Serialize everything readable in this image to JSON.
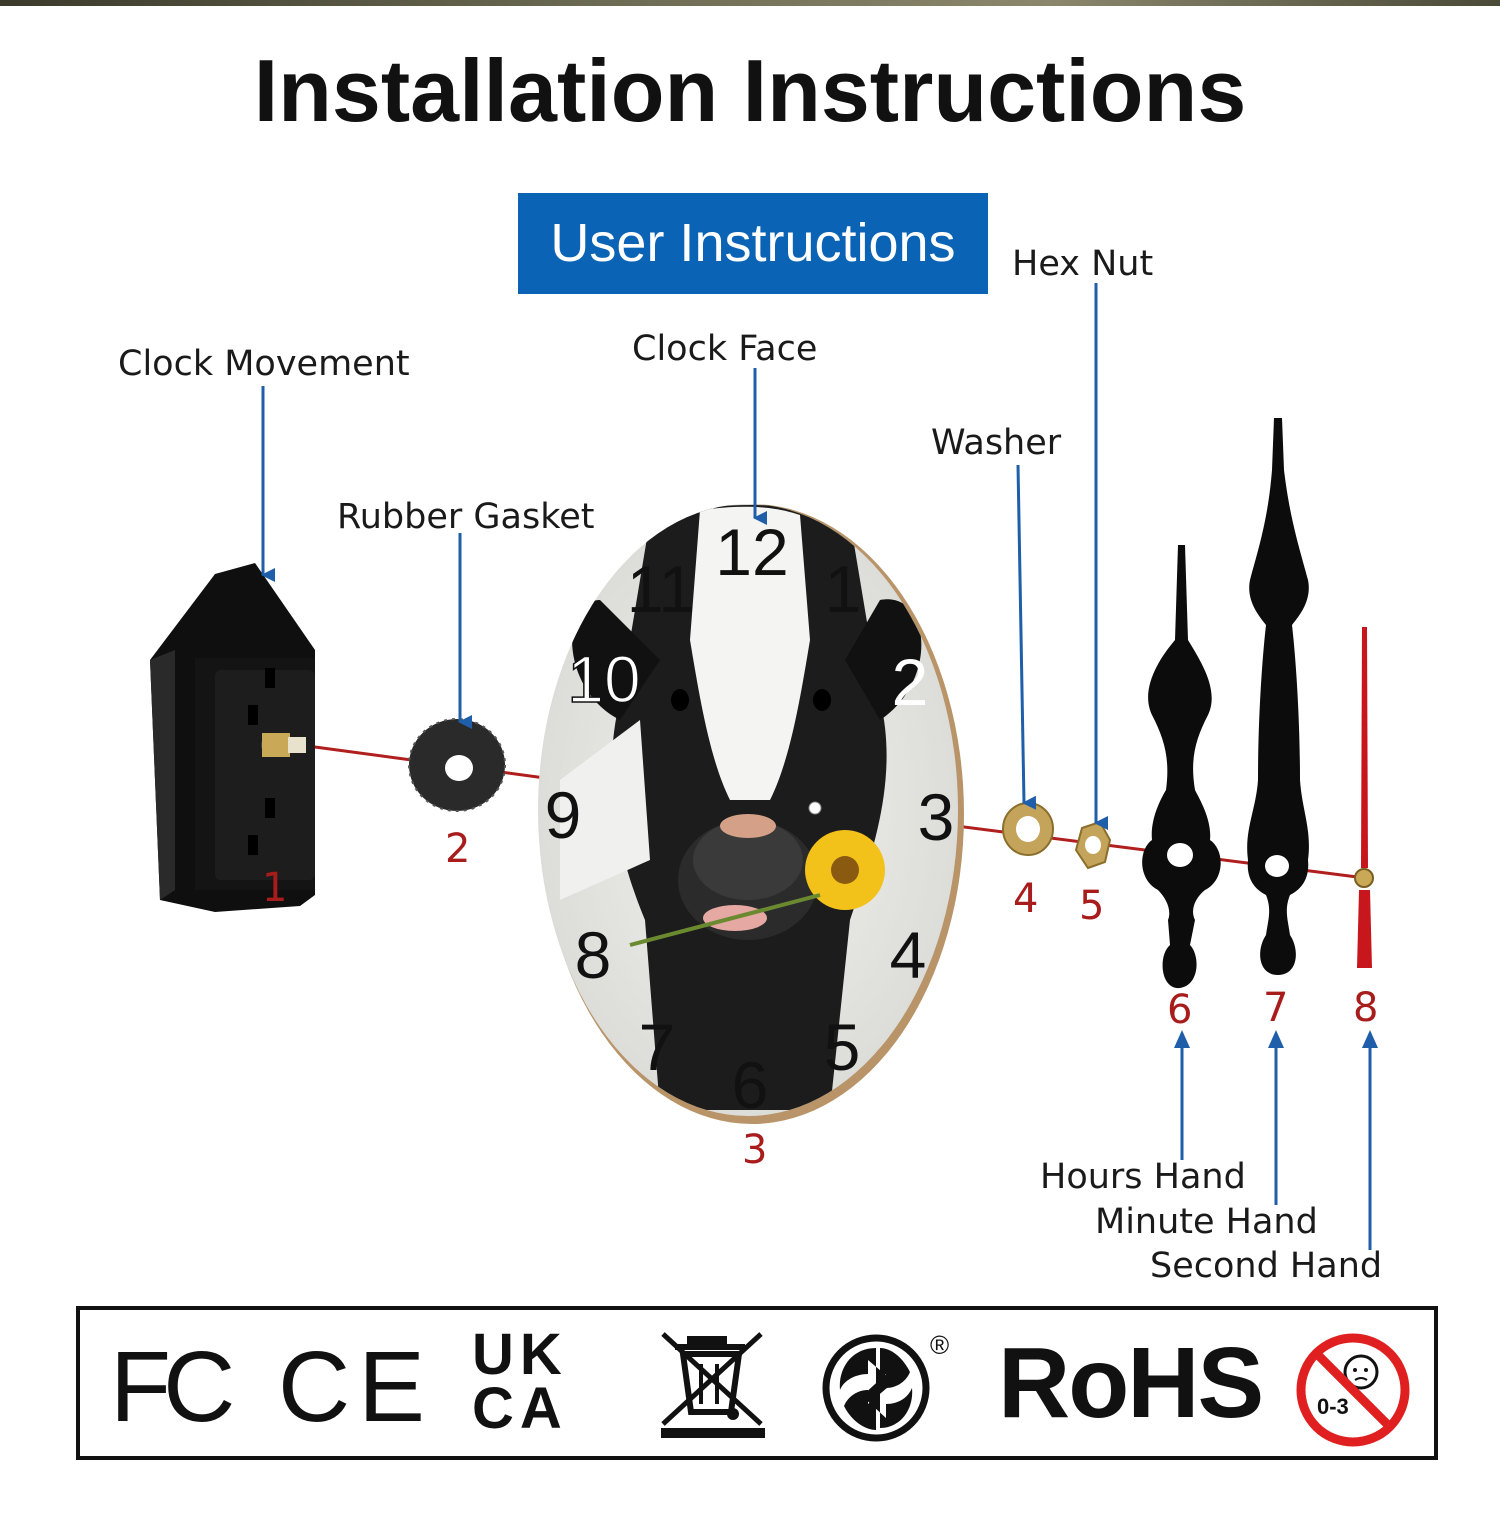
{
  "title": "Installation Instructions",
  "badge": "User Instructions",
  "labels": {
    "clock_movement": "Clock Movement",
    "rubber_gasket": "Rubber Gasket",
    "clock_face": "Clock Face",
    "washer": "Washer",
    "hex_nut": "Hex Nut",
    "hours_hand": "Hours Hand",
    "minute_hand": "Minute Hand",
    "second_hand": "Second Hand"
  },
  "part_numbers": [
    "1",
    "2",
    "3",
    "4",
    "5",
    "6",
    "7",
    "8"
  ],
  "clock_numerals": [
    "12",
    "1",
    "2",
    "3",
    "4",
    "5",
    "6",
    "7",
    "8",
    "9",
    "10",
    "11"
  ],
  "certifications": {
    "fc": "FC",
    "ce": "CE",
    "ukca_top": "UK",
    "ukca_bottom": "CA",
    "registered": "®",
    "rohs": "RoHS",
    "age": "0-3"
  },
  "colors": {
    "badge": "#0b63b6",
    "arrow": "#1f5ea8",
    "axis": "#b01e1e",
    "part_number": "#a81c1c",
    "warning": "#e02020"
  }
}
